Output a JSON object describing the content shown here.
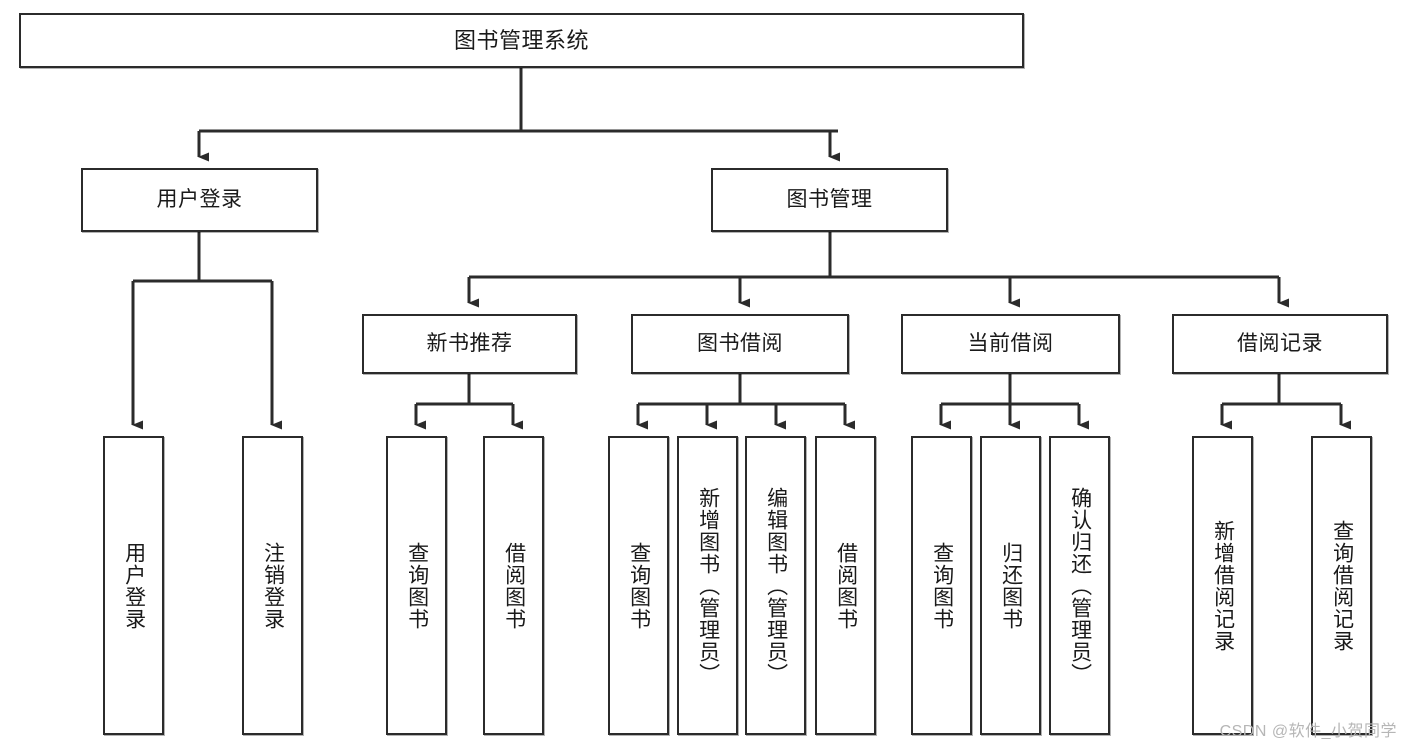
{
  "diagram": {
    "title": "图书管理系统",
    "type": "tree-hierarchy",
    "watermark": "CSDN @软件_小贺同学",
    "colors": {
      "border": "#2b2b2b",
      "fill": "#ffffff",
      "text": "#1a1a1a",
      "edge": "#2b2b2b",
      "watermark": "#b6b6b6"
    },
    "nodes": {
      "root": {
        "label": "图书管理系统",
        "level": 1
      },
      "level2": [
        {
          "label": "用户登录",
          "level": 2
        },
        {
          "label": "图书管理",
          "level": 2
        }
      ],
      "level3": [
        {
          "label": "新书推荐",
          "level": 3
        },
        {
          "label": "图书借阅",
          "level": 3
        },
        {
          "label": "当前借阅",
          "level": 3
        },
        {
          "label": "借阅记录",
          "level": 3
        }
      ],
      "leaves": {
        "user_login": [
          {
            "label": "用户登录"
          },
          {
            "label": "注销登录"
          }
        ],
        "new_book_recommend": [
          {
            "label": "查询图书"
          },
          {
            "label": "借阅图书"
          }
        ],
        "book_borrow": [
          {
            "label": "查询图书"
          },
          {
            "label": "新增图书（管理员）"
          },
          {
            "label": "编辑图书（管理员）"
          },
          {
            "label": "借阅图书"
          }
        ],
        "current_borrow": [
          {
            "label": "查询图书"
          },
          {
            "label": "归还图书"
          },
          {
            "label": "确认归还（管理员）"
          }
        ],
        "borrow_record": [
          {
            "label": "新增借阅记录"
          },
          {
            "label": "查询借阅记录"
          }
        ]
      }
    }
  }
}
